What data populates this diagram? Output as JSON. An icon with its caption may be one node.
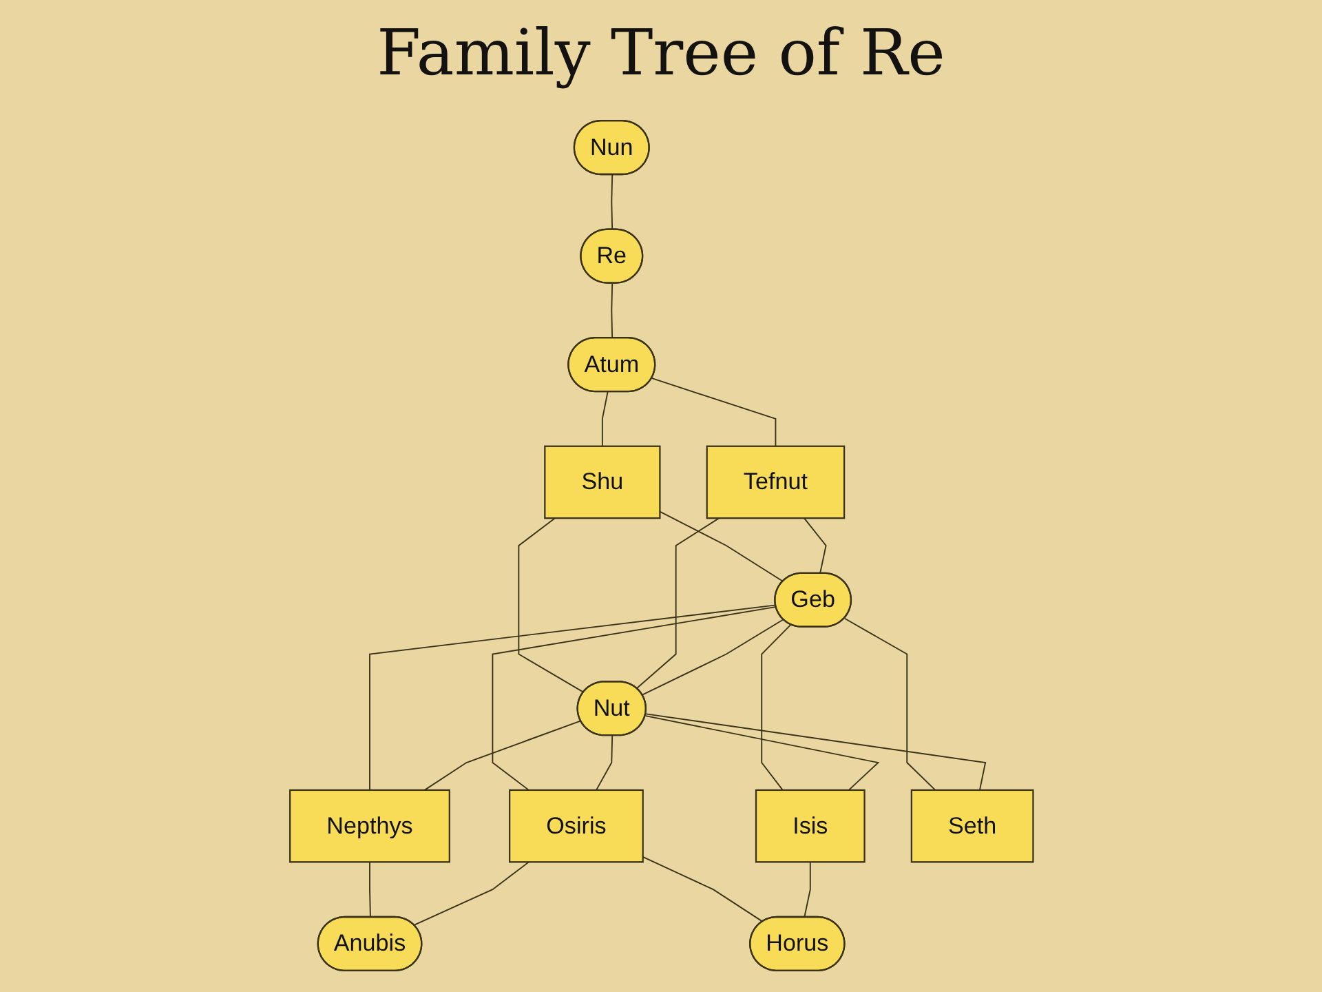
{
  "diagram": {
    "title": "Family Tree of Re",
    "nodes": [
      {
        "text": [
          "Nun"
        ]
      },
      {
        "text": [
          "Re"
        ]
      },
      {
        "text": [
          "Atum"
        ]
      },
      {
        "text": [
          "Shu"
        ]
      },
      {
        "text": [
          "Tefnut"
        ]
      },
      {
        "text": [
          "Geb"
        ]
      },
      {
        "text": [
          "Nut"
        ]
      },
      {
        "text": [
          "Nepthys"
        ]
      },
      {
        "text": [
          "Osiris"
        ]
      },
      {
        "text": [
          "Isis"
        ]
      },
      {
        "text": [
          "Seth"
        ]
      },
      {
        "text": [
          "Anubis"
        ]
      },
      {
        "text": [
          "Horus"
        ]
      }
    ],
    "edges": [
      {
        "from": 0,
        "to": 1,
        "arrow": "none"
      },
      {
        "from": 1,
        "to": 2,
        "arrow": "none"
      },
      {
        "from": 2,
        "to": 3,
        "arrow": "none"
      },
      {
        "from": 2,
        "to": 4,
        "arrow": "none"
      },
      {
        "from": 3,
        "to": 5,
        "arrow": "none"
      },
      {
        "from": 3,
        "to": 6,
        "arrow": "none"
      },
      {
        "from": 4,
        "to": 5,
        "arrow": "none"
      },
      {
        "from": 4,
        "to": 6,
        "arrow": "none"
      },
      {
        "from": 5,
        "to": 6,
        "arrow": "none"
      },
      {
        "from": 5,
        "to": 7,
        "arrow": "none"
      },
      {
        "from": 5,
        "to": 8,
        "arrow": "none"
      },
      {
        "from": 5,
        "to": 9,
        "arrow": "none"
      },
      {
        "from": 5,
        "to": 10,
        "arrow": "none"
      },
      {
        "from": 6,
        "to": 7,
        "arrow": "none"
      },
      {
        "from": 6,
        "to": 8,
        "arrow": "none"
      },
      {
        "from": 6,
        "to": 9,
        "arrow": "none"
      },
      {
        "from": 6,
        "to": 10,
        "arrow": "none"
      },
      {
        "from": 7,
        "to": 11,
        "arrow": "none"
      },
      {
        "from": 8,
        "to": 11,
        "arrow": "none"
      },
      {
        "from": 8,
        "to": 12,
        "arrow": "none"
      },
      {
        "from": 9,
        "to": 12,
        "arrow": "none"
      }
    ]
  }
}
